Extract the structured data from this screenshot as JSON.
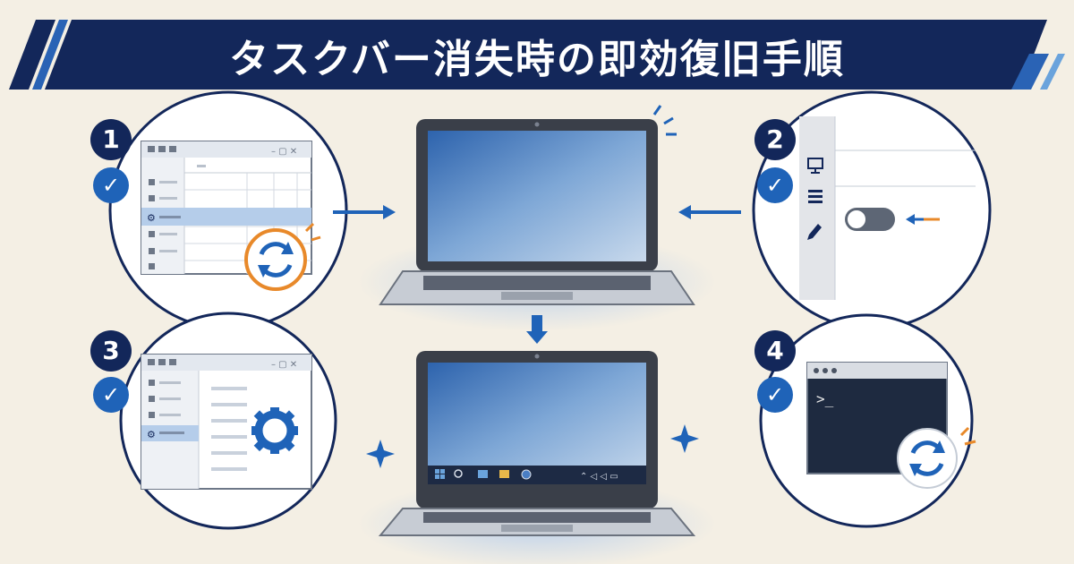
{
  "title": "タスクバー消失時の即効復旧手順",
  "steps": [
    {
      "number": "1"
    },
    {
      "number": "2"
    },
    {
      "number": "3"
    },
    {
      "number": "4"
    }
  ],
  "terminal": {
    "prompt": ">_"
  },
  "icons": {
    "check": "check-icon",
    "refresh": "refresh-icon",
    "gear": "gear-icon",
    "toggle": "toggle-switch",
    "monitor": "monitor-icon",
    "pen": "pen-icon"
  },
  "colors": {
    "navy": "#13275a",
    "accent_blue": "#1f63b8",
    "orange": "#e8892a",
    "background": "#f4efe4"
  }
}
